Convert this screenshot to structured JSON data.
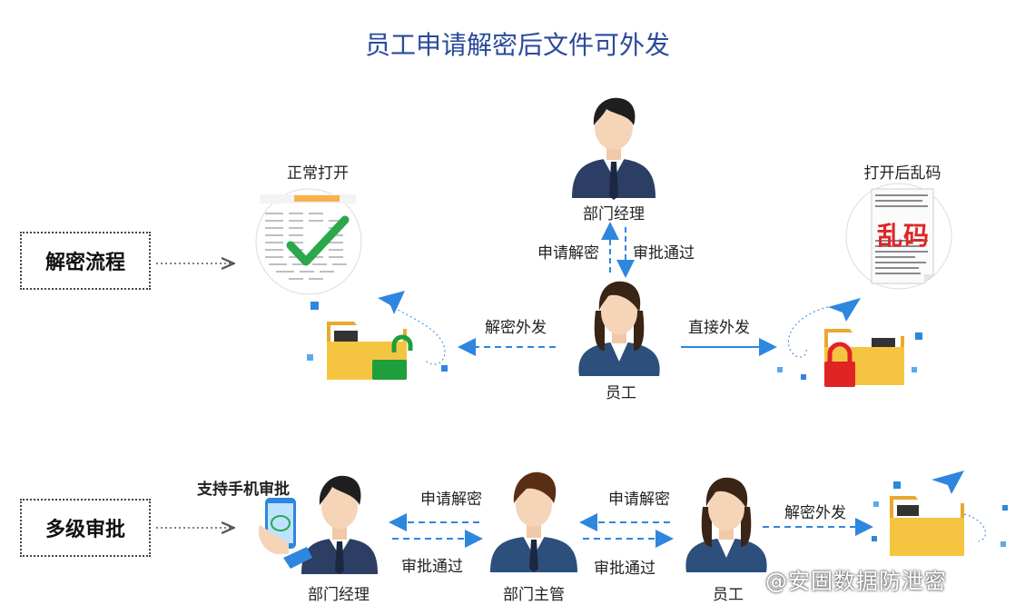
{
  "title": "员工申请解密后文件可外发",
  "watermark": "@安固数据防泄密",
  "section1": {
    "label": "解密流程",
    "normal_open_caption": "正常打开",
    "garbled_caption": "打开后乱码",
    "garbled_text": "乱码",
    "manager": "部门经理",
    "employee": "员工",
    "apply_decrypt": "申请解密",
    "approve_pass": "审批通过",
    "decrypt_send": "解密外发",
    "direct_send": "直接外发"
  },
  "section2": {
    "label": "多级审批",
    "mobile_approval": "支持手机审批",
    "manager": "部门经理",
    "supervisor": "部门主管",
    "employee": "员工",
    "apply_decrypt_1": "申请解密",
    "approve_pass_1": "审批通过",
    "apply_decrypt_2": "申请解密",
    "approve_pass_2": "审批通过",
    "decrypt_send": "解密外发"
  },
  "colors": {
    "title": "#2a4a9a",
    "arrow": "#2e86de",
    "suit": "#2c3e63",
    "folder": "#f5c542",
    "lock_green": "#1e9e3c",
    "lock_red": "#e02424",
    "check": "#2aa84a"
  },
  "icons": [
    "person-male-icon",
    "person-female-icon",
    "folder-icon",
    "unlock-icon",
    "lock-icon",
    "paper-plane-icon",
    "checkmark-icon",
    "phone-icon"
  ]
}
